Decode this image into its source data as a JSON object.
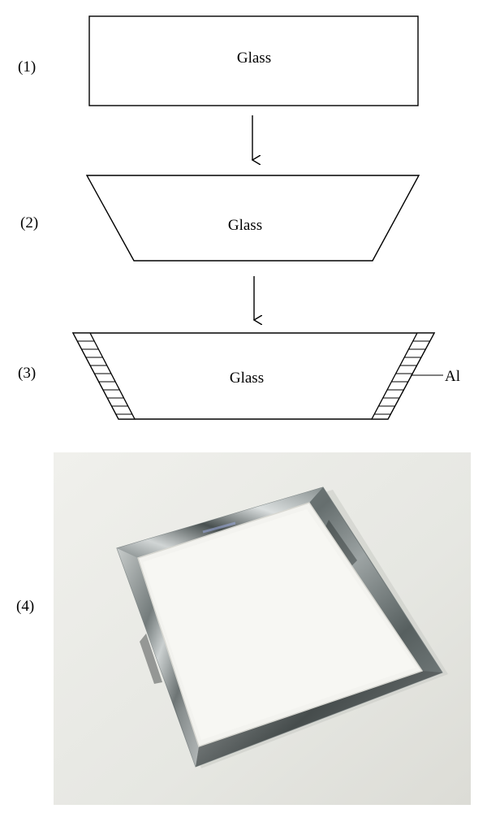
{
  "steps": [
    {
      "label": "(1)",
      "shape_text": "Glass",
      "shape": "rectangle"
    },
    {
      "label": "(2)",
      "shape_text": "Glass",
      "shape": "inverted-trapezoid"
    },
    {
      "label": "(3)",
      "shape_text": "Glass",
      "shape": "inverted-trapezoid-with-coated-edges",
      "coating_label": "Al"
    },
    {
      "label": "(4)",
      "shape": "photograph of square glass plate with beveled mirror-coated edges"
    }
  ],
  "colors": {
    "stroke": "#000000",
    "background": "#ffffff",
    "photo_background": "#e9eae6",
    "photo_plate_face": "#f4f4f0",
    "photo_edge": "#b8bcbc"
  }
}
